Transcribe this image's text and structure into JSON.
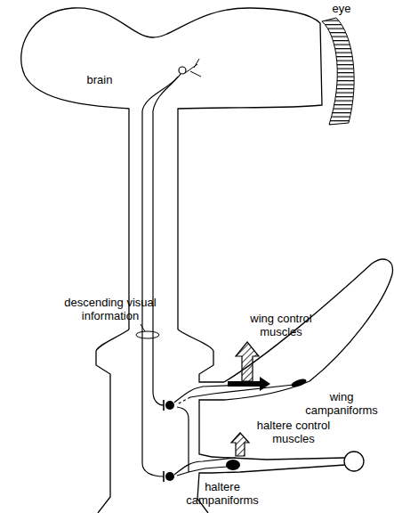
{
  "diagram": {
    "labels": [
      "eye",
      "brain",
      "descending visual information",
      "wing control muscles",
      "wing campaniforms",
      "haltere control muscles",
      "haltere campaniforms"
    ]
  }
}
